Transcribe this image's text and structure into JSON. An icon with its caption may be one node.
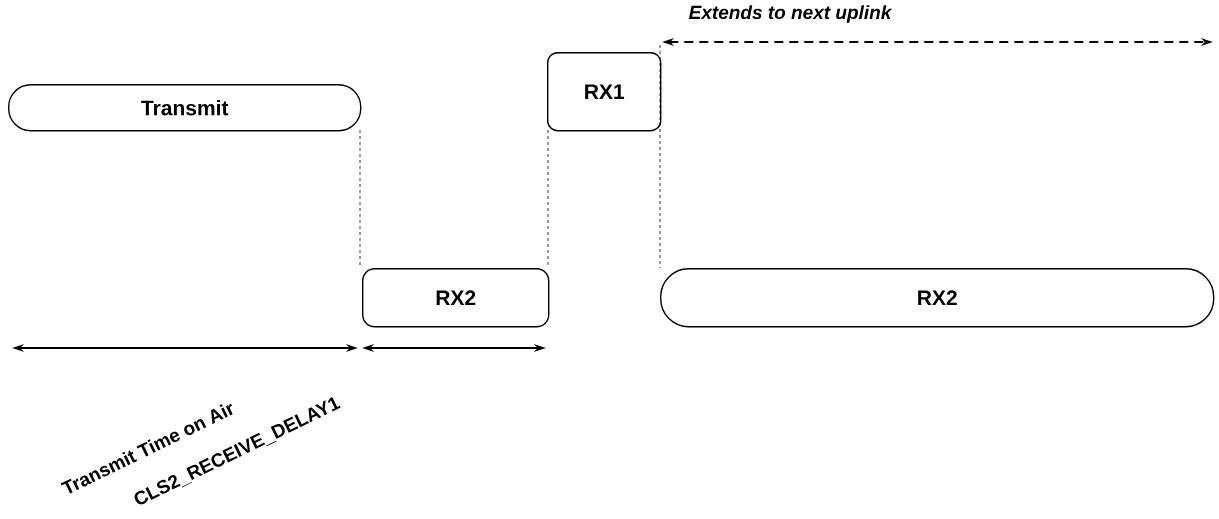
{
  "diagram": {
    "nodes": [
      {
        "text": [
          "Transmit"
        ]
      },
      {
        "text": [
          "RX1"
        ]
      },
      {
        "text": [
          "RX2"
        ]
      },
      {
        "text": [
          "RX2"
        ]
      }
    ],
    "labels": [
      "Extends to next uplink",
      "Transmit Time on Air",
      "CLS2_RECEIVE_DELAY1"
    ]
  }
}
